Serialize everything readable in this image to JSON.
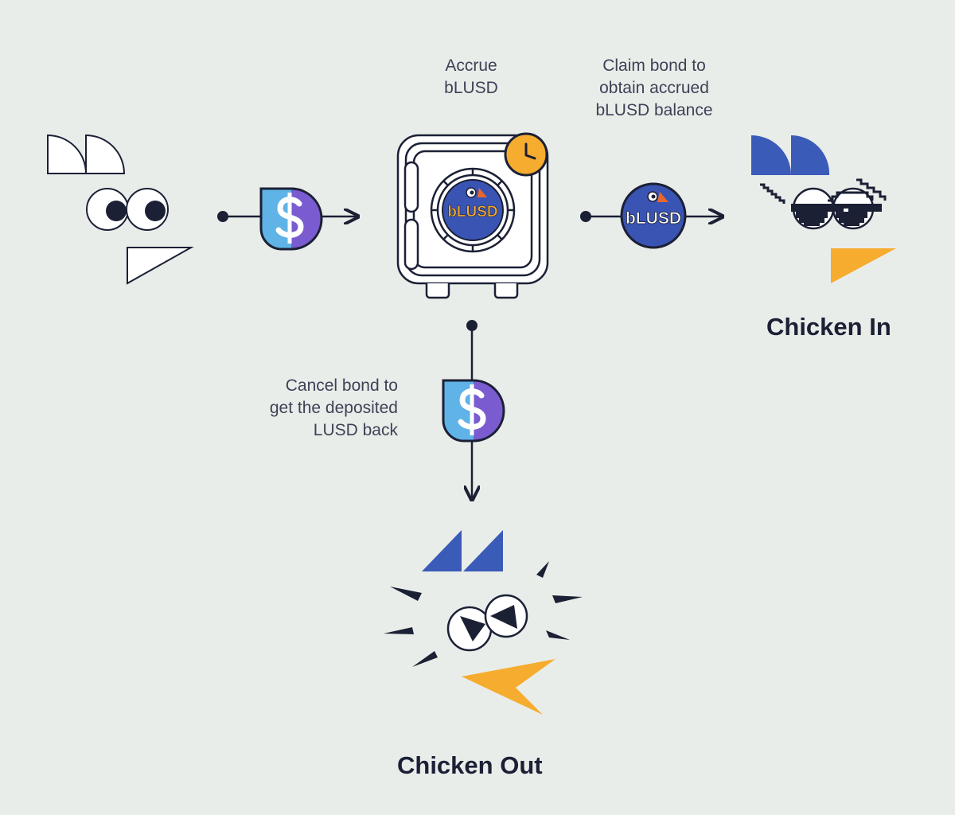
{
  "labels": {
    "accrue": [
      "Accrue",
      "bLUSD"
    ],
    "claim": [
      "Claim bond to",
      "obtain accrued",
      "bLUSD balance"
    ],
    "cancel": [
      "Cancel bond to",
      "get the deposited",
      "LUSD back"
    ]
  },
  "titles": {
    "chicken_in": "Chicken In",
    "chicken_out": "Chicken Out"
  },
  "tokens": {
    "blusd_coin_text": "bLUSD",
    "lusd_symbol": "$"
  },
  "icons": [
    "chicken-white-icon",
    "lusd-token-icon",
    "vault-icon",
    "clock-icon",
    "blusd-coin-icon",
    "chicken-in-icon",
    "chicken-out-icon"
  ],
  "colors": {
    "background": "#e9ede9",
    "ink": "#1b2035",
    "blue": "#3b5bb9",
    "lightblue": "#5fb3e6",
    "purple": "#7a5cd0",
    "yellow": "#f6ac2e",
    "coin": "#3a54b3"
  }
}
